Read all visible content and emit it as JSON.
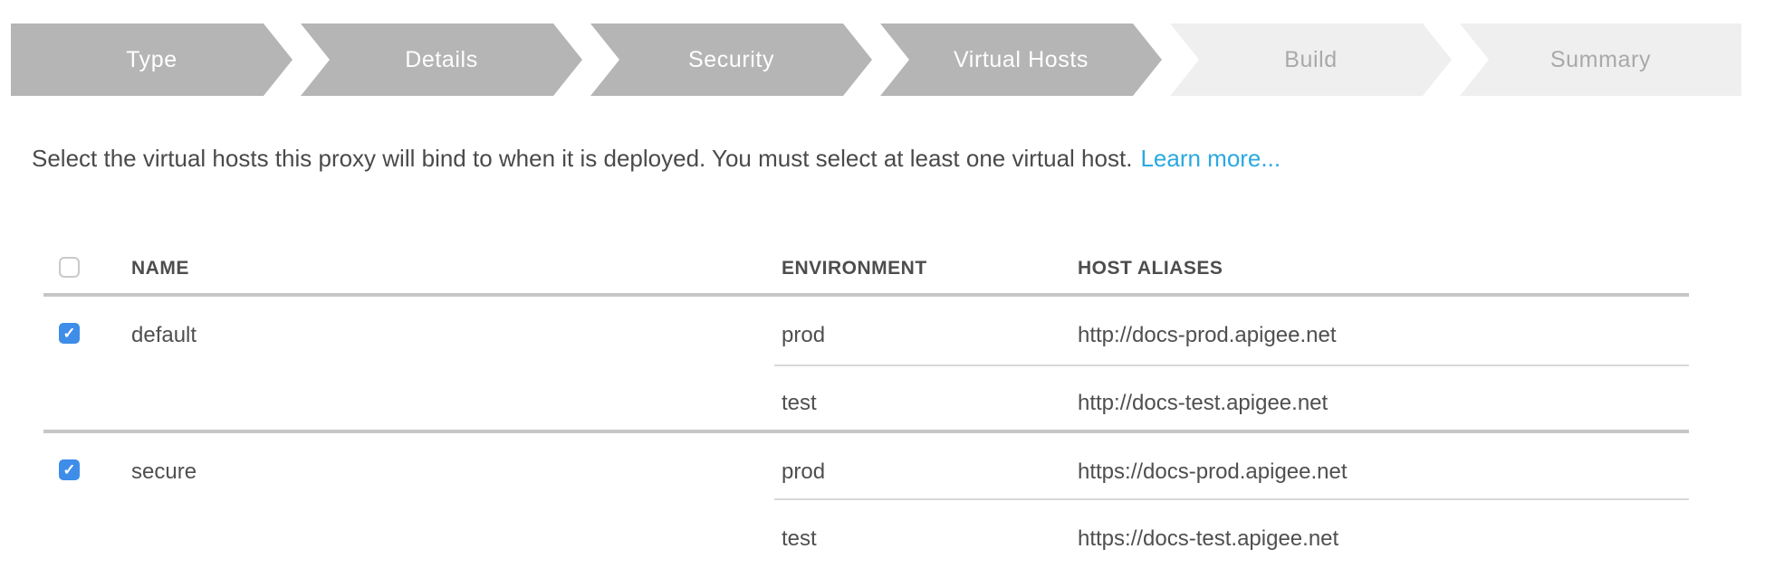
{
  "stepper": {
    "steps": [
      {
        "label": "Type",
        "state": "done"
      },
      {
        "label": "Details",
        "state": "done"
      },
      {
        "label": "Security",
        "state": "done"
      },
      {
        "label": "Virtual Hosts",
        "state": "current"
      },
      {
        "label": "Build",
        "state": "upcoming"
      },
      {
        "label": "Summary",
        "state": "upcoming"
      }
    ],
    "colors": {
      "active_bg": "#b5b5b5",
      "active_text": "#ffffff",
      "upcoming_bg": "#efefef",
      "upcoming_text": "#a9a9a9"
    }
  },
  "description": {
    "text": "Select the virtual hosts this proxy will bind to when it is deployed. You must select at least one virtual host.",
    "link_label": "Learn more...",
    "link_color": "#2aa9e0"
  },
  "icons": {
    "checkmark": "✓"
  },
  "table": {
    "columns": {
      "name": "NAME",
      "environment": "ENVIRONMENT",
      "host_aliases": "HOST ALIASES"
    },
    "select_all_checked": false,
    "checkbox_checked_color": "#3e8de8",
    "groups": [
      {
        "name": "default",
        "checked": true,
        "rows": [
          {
            "environment": "prod",
            "host_alias": "http://docs-prod.apigee.net"
          },
          {
            "environment": "test",
            "host_alias": "http://docs-test.apigee.net"
          }
        ]
      },
      {
        "name": "secure",
        "checked": true,
        "rows": [
          {
            "environment": "prod",
            "host_alias": "https://docs-prod.apigee.net"
          },
          {
            "environment": "test",
            "host_alias": "https://docs-test.apigee.net"
          }
        ]
      }
    ]
  }
}
